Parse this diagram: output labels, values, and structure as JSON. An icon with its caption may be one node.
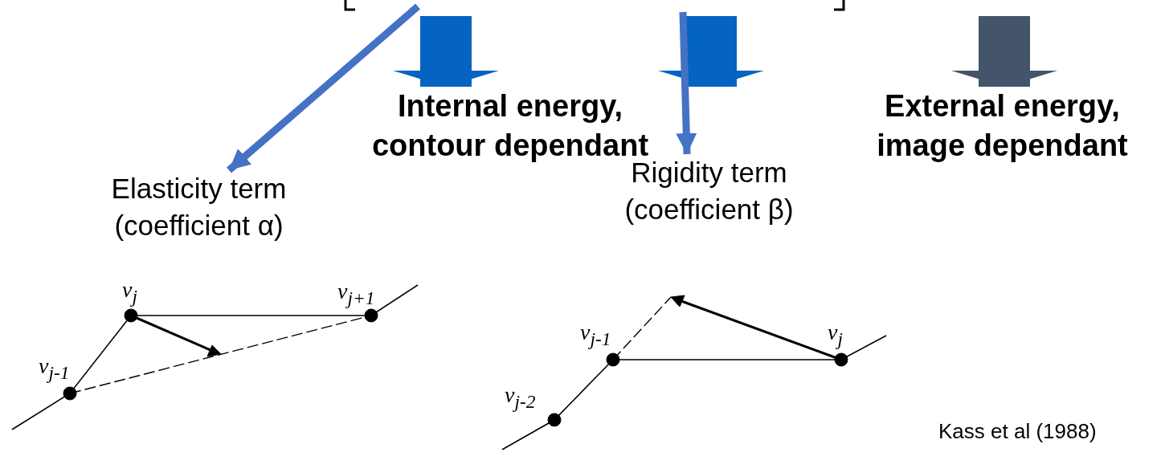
{
  "diagram": {
    "nodes": [
      {
        "text": [
          "Internal energy, contour dependant"
        ]
      },
      {
        "text": [
          "External energy, image dependant"
        ]
      },
      {
        "text": [
          "Elasticity term (coefficient α)"
        ]
      },
      {
        "text": [
          "Rigidity term (coefficient β)"
        ]
      }
    ],
    "edges": [
      {
        "from": null,
        "to": 0,
        "arrow": "to",
        "color": "#0563c1"
      },
      {
        "from": null,
        "to": 0,
        "arrow": "to",
        "color": "#0563c1"
      },
      {
        "from": null,
        "to": 1,
        "arrow": "to",
        "color": "#44546a"
      },
      {
        "from": null,
        "to": 2,
        "arrow": "to",
        "color": "#4472c4"
      },
      {
        "from": null,
        "to": 3,
        "arrow": "to",
        "color": "#4472c4"
      }
    ],
    "labels": [
      "v$_{j}$",
      "v$_{j+1}$",
      "v$_{j-1}$",
      "v$_{j-1}$",
      "v$_{j}$",
      "v$_{j-2}$",
      "Kass et al (1988)"
    ]
  }
}
